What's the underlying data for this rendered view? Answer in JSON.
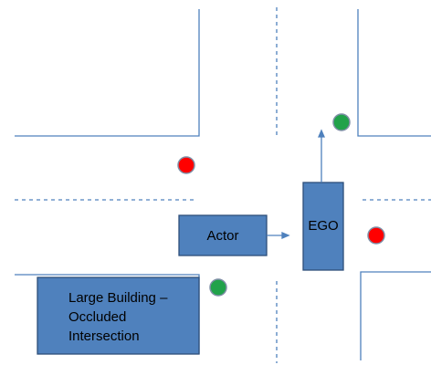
{
  "labels": {
    "actor": "Actor",
    "ego": "EGO",
    "building_line1": "Large Building –",
    "building_line2": "Occluded",
    "building_line3": "Intersection"
  },
  "colors": {
    "road_line": "#4f81bd",
    "box_fill": "#4f81bd",
    "box_stroke": "#2e4f7a",
    "light_red": "#ff0000",
    "light_green": "#21a24a",
    "light_outline": "#7f8fa6",
    "text": "#000000"
  },
  "lights": [
    {
      "state": "green",
      "position": "ahead of EGO"
    },
    {
      "state": "red",
      "position": "top-left corner"
    },
    {
      "state": "red",
      "position": "right of EGO"
    },
    {
      "state": "green",
      "position": "near building"
    }
  ]
}
